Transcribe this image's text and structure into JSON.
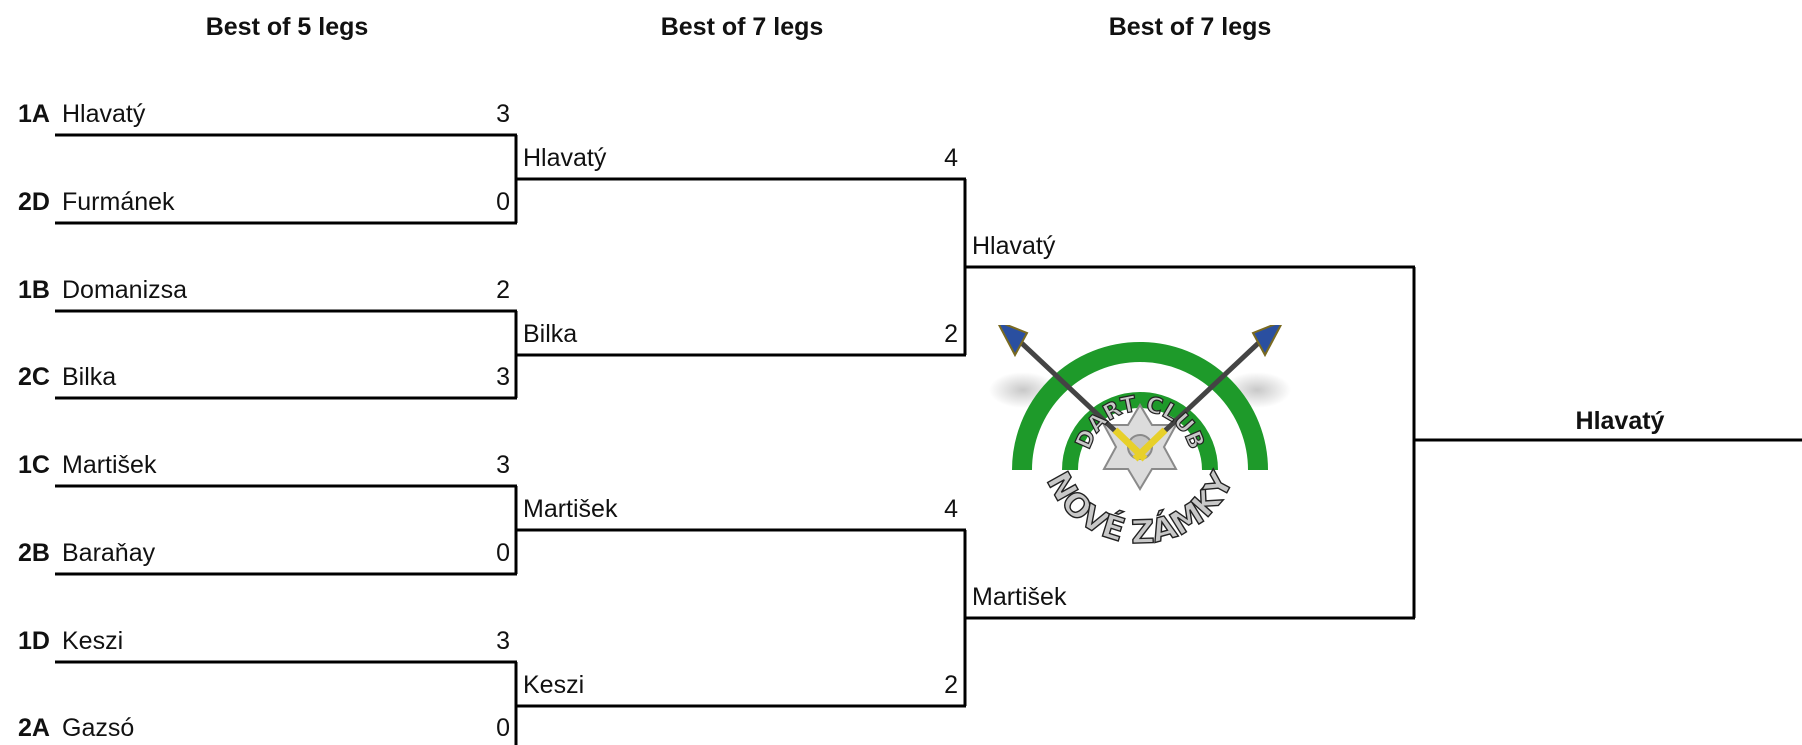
{
  "headers": [
    "Best of 5 legs",
    "Best of 7 legs",
    "Best of 7 legs"
  ],
  "round1": [
    {
      "seed": "1A",
      "name": "Hlavatý",
      "score": "3"
    },
    {
      "seed": "2D",
      "name": "Furmánek",
      "score": "0"
    },
    {
      "seed": "1B",
      "name": "Domanizsa",
      "score": "2"
    },
    {
      "seed": "2C",
      "name": "Bilka",
      "score": "3"
    },
    {
      "seed": "1C",
      "name": "Martišek",
      "score": "3"
    },
    {
      "seed": "2B",
      "name": "Baraňay",
      "score": "0"
    },
    {
      "seed": "1D",
      "name": "Keszi",
      "score": "3"
    },
    {
      "seed": "2A",
      "name": "Gazsó",
      "score": "0"
    }
  ],
  "round2": [
    {
      "name": "Hlavatý",
      "score": "4"
    },
    {
      "name": "Bilka",
      "score": "2"
    },
    {
      "name": "Martišek",
      "score": "4"
    },
    {
      "name": "Keszi",
      "score": "2"
    }
  ],
  "final": [
    {
      "name": "Hlavatý"
    },
    {
      "name": "Martišek"
    }
  ],
  "champion": "Hlavatý",
  "logo": {
    "top_text": "DART CLUB",
    "bottom_text": "NOVÉ ZÁMKY",
    "ring_color": "#1e9a2a",
    "icon": "darts-icon"
  }
}
